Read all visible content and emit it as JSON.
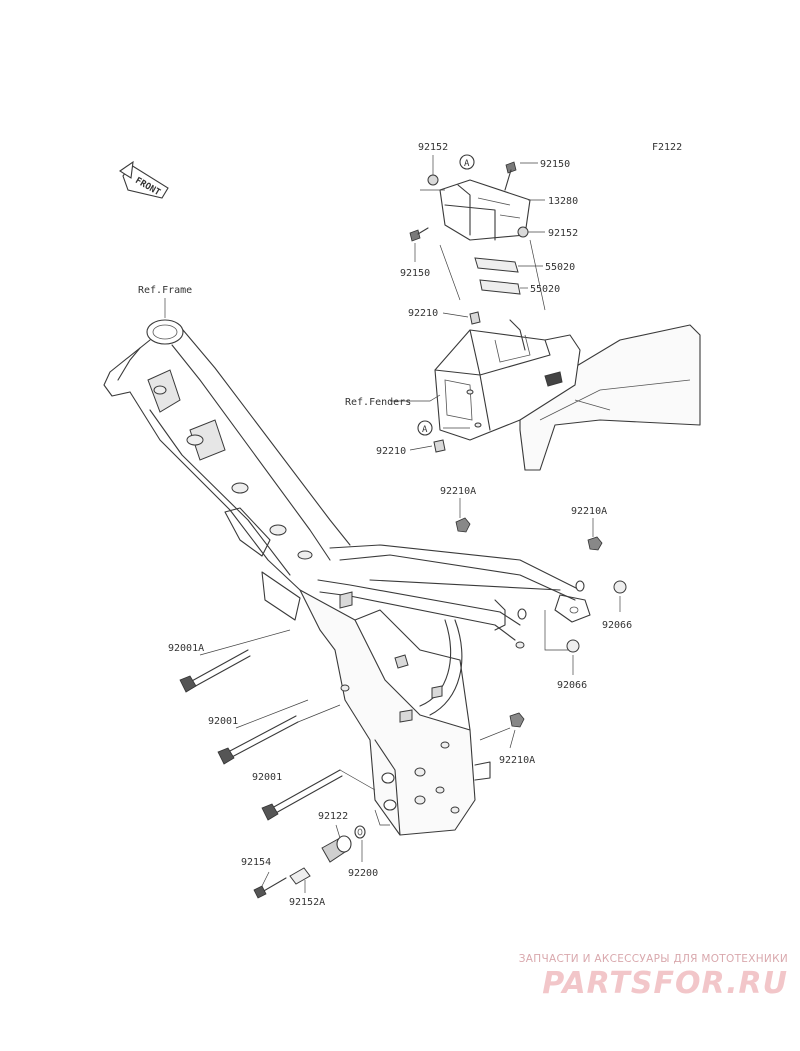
{
  "diagram_code": "F2122",
  "front_arrow_label": "FRONT",
  "refs": {
    "frame": "Ref.Frame",
    "fenders": "Ref.Fenders"
  },
  "callout_marker": "A",
  "labels": {
    "l_92152_top": "92152",
    "l_92150_top": "92150",
    "l_13280": "13280",
    "l_92152_right": "92152",
    "l_92150_left": "92150",
    "l_55020_a": "55020",
    "l_55020_b": "55020",
    "l_92210_upper": "92210",
    "l_92210_lower": "92210",
    "l_92210A_1": "92210A",
    "l_92210A_2": "92210A",
    "l_92066_1": "92066",
    "l_92066_2": "92066",
    "l_92001A": "92001A",
    "l_92001_1": "92001",
    "l_92001_2": "92001",
    "l_92210A_3": "92210A",
    "l_92122": "92122",
    "l_92200": "92200",
    "l_92154": "92154",
    "l_92152A": "92152A"
  },
  "watermark": {
    "subtitle": "ЗАПЧАСТИ И АКСЕССУАРЫ ДЛЯ МОТОТЕХНИКИ",
    "logo": "PARTSFOR.RU",
    "color": "#f2c6c9"
  }
}
